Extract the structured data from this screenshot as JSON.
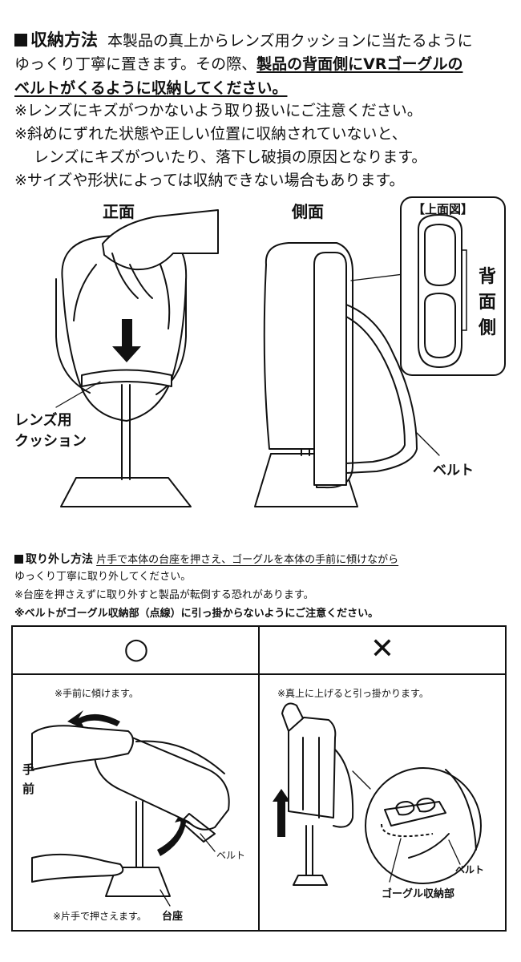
{
  "storage": {
    "heading": "収納方法",
    "intro": "本製品の真上からレンズ用クッションに当たるように",
    "line2_plain": "ゆっくり丁寧に置きます。その際、",
    "line2_bold": "製品の背面側にVRゴーグルの",
    "line3_bold": "ベルトがくるように収納してください。",
    "notes": [
      "※レンズにキズがつかないよう取り扱いにご注意ください。",
      "※斜めにずれた状態や正しい位置に収納されていないと、",
      "レンズにキズがついたり、落下し破損の原因となります。",
      "※サイズや形状によっては収納できない場合もあります。"
    ],
    "front_label": "正面",
    "side_label": "側面",
    "top_view_label": "【上面図】",
    "back_side_label": [
      "背",
      "面",
      "側"
    ],
    "lens_cushion_label": [
      "レンズ用",
      "クッション"
    ],
    "belt_label": "ベルト"
  },
  "removal": {
    "heading": "取り外し方法",
    "intro": "片手で本体の台座を押さえ、ゴーグルを本体の手前に傾けながら",
    "line2": "ゆっくり丁寧に取り外してください。",
    "note1": "※台座を押さえずに取り外すと製品が転倒する恐れがあります。",
    "note2": "※ベルトがゴーグル収納部（点線）に引っ掛からないようにご注意ください。",
    "good_symbol": "○",
    "bad_symbol": "✕",
    "good_caption": "※手前に傾けます。",
    "bad_caption": "※真上に上げると引っ掛かります。",
    "front_side_label": [
      "手",
      "前"
    ],
    "hold_caption": "※片手で押さえます。",
    "base_label": "台座",
    "belt_label_left": "ベルト",
    "belt_label_right": "ベルト",
    "storage_part_label": "ゴーグル収納部"
  }
}
